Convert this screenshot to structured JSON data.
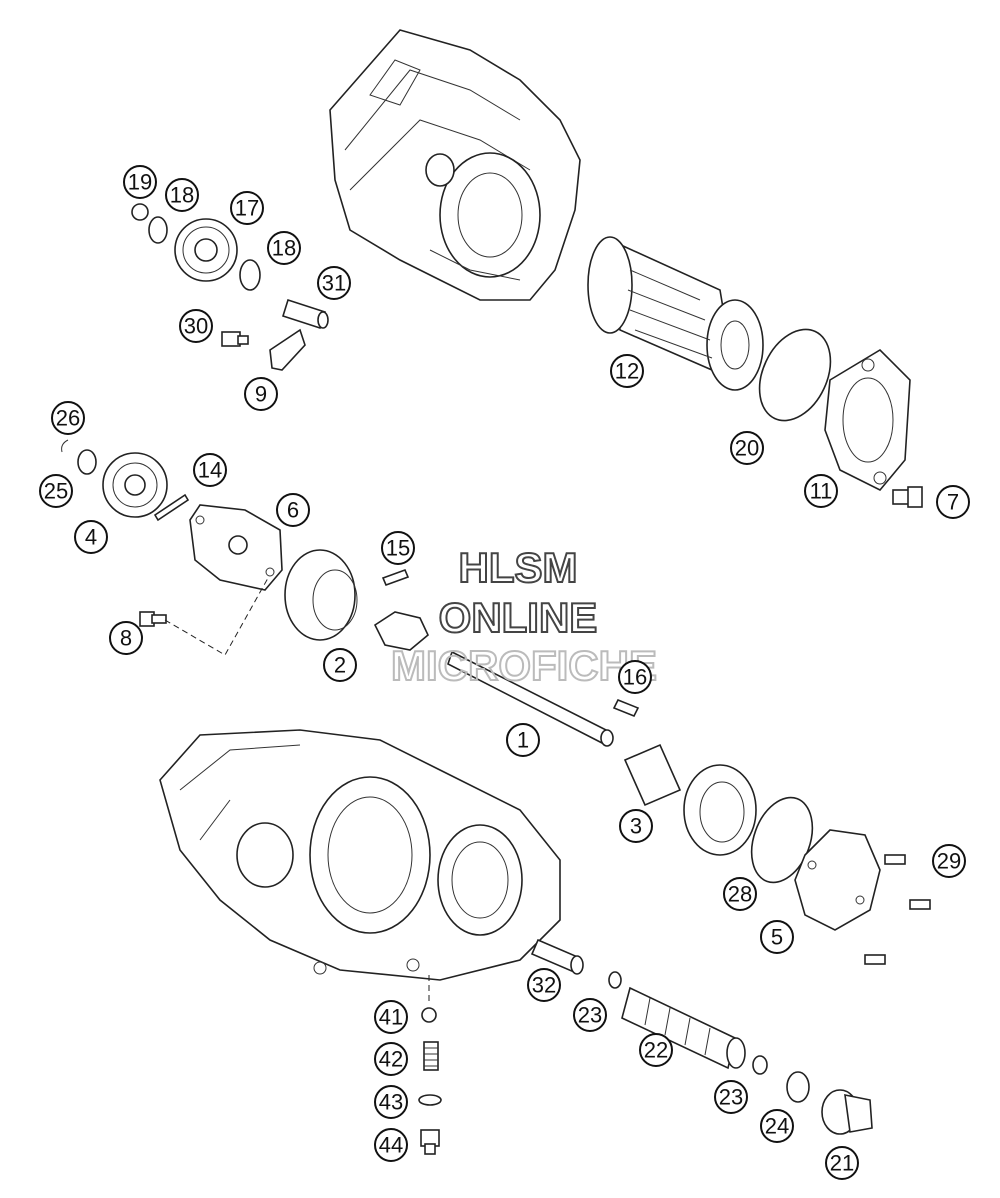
{
  "watermark": {
    "line1": "HLSM",
    "line2": "ONLINE",
    "line3": "MICROFICHE",
    "color_dark": "#444444",
    "color_light": "#bbbbbb"
  },
  "callouts": [
    {
      "id": "c1",
      "label": "1"
    },
    {
      "id": "c2",
      "label": "2"
    },
    {
      "id": "c3",
      "label": "3"
    },
    {
      "id": "c4",
      "label": "4"
    },
    {
      "id": "c5",
      "label": "5"
    },
    {
      "id": "c6",
      "label": "6"
    },
    {
      "id": "c7",
      "label": "7"
    },
    {
      "id": "c8",
      "label": "8"
    },
    {
      "id": "c9",
      "label": "9"
    },
    {
      "id": "c11",
      "label": "11"
    },
    {
      "id": "c12",
      "label": "12"
    },
    {
      "id": "c14",
      "label": "14"
    },
    {
      "id": "c15",
      "label": "15"
    },
    {
      "id": "c16",
      "label": "16"
    },
    {
      "id": "c17",
      "label": "17"
    },
    {
      "id": "c18a",
      "label": "18"
    },
    {
      "id": "c18b",
      "label": "18"
    },
    {
      "id": "c19",
      "label": "19"
    },
    {
      "id": "c20",
      "label": "20"
    },
    {
      "id": "c21",
      "label": "21"
    },
    {
      "id": "c22",
      "label": "22"
    },
    {
      "id": "c23a",
      "label": "23"
    },
    {
      "id": "c23b",
      "label": "23"
    },
    {
      "id": "c24",
      "label": "24"
    },
    {
      "id": "c25",
      "label": "25"
    },
    {
      "id": "c26",
      "label": "26"
    },
    {
      "id": "c28",
      "label": "28"
    },
    {
      "id": "c29",
      "label": "29"
    },
    {
      "id": "c30",
      "label": "30"
    },
    {
      "id": "c31",
      "label": "31"
    },
    {
      "id": "c32",
      "label": "32"
    },
    {
      "id": "c41",
      "label": "41"
    },
    {
      "id": "c42",
      "label": "42"
    },
    {
      "id": "c43",
      "label": "43"
    },
    {
      "id": "c44",
      "label": "44"
    }
  ]
}
